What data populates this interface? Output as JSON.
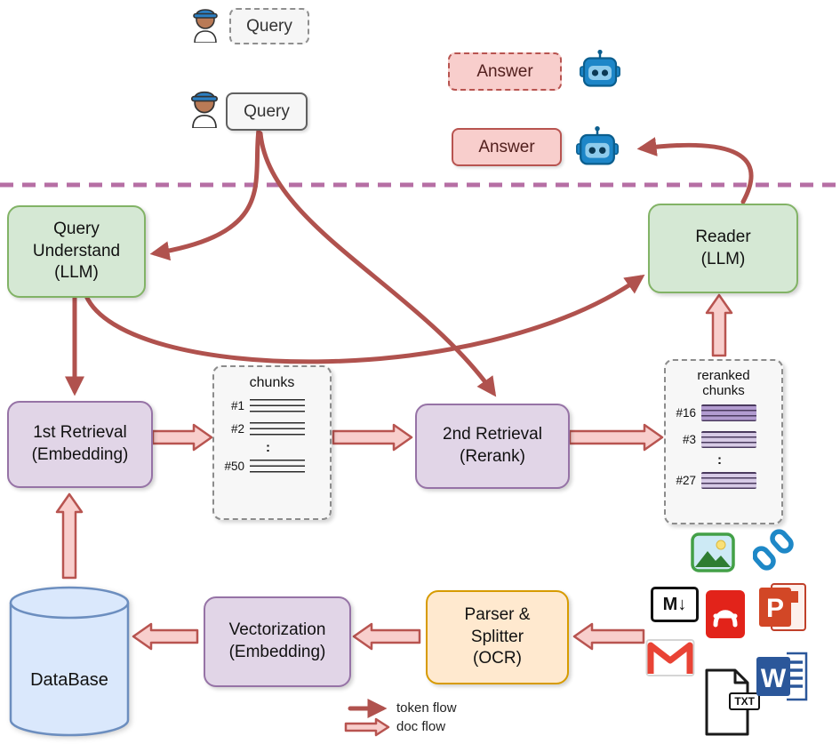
{
  "messages": {
    "query_dashed": "Query",
    "query_solid": "Query",
    "answer_dashed": "Answer",
    "answer_solid": "Answer"
  },
  "nodes": {
    "query_understand": "Query\nUnderstand\n(LLM)",
    "reader": "Reader\n(LLM)",
    "first_retrieval": "1st Retrieval\n(Embedding)",
    "second_retrieval": "2nd Retrieval\n(Rerank)",
    "vectorization": "Vectorization\n(Embedding)",
    "parser_splitter": "Parser &\nSplitter\n(OCR)",
    "database": "DataBase"
  },
  "chunks_box": {
    "title": "chunks",
    "rows": [
      "#1",
      "#2",
      "#50"
    ],
    "ellipsis": ":"
  },
  "reranked_box": {
    "title": "reranked\nchunks",
    "rows": [
      "#16",
      "#3",
      "#27"
    ],
    "ellipsis": ":"
  },
  "legend": {
    "token_flow": "token flow",
    "doc_flow": "doc flow"
  },
  "icons": {
    "user": "user-with-cap-icon",
    "robot": "robot-icon",
    "image": "image-icon",
    "link": "link-icon",
    "markdown_label": "M↓",
    "pdf": "pdf-icon",
    "powerpoint_letter": "P",
    "gmail": "gmail-icon",
    "txt_label": "TXT",
    "word_letter": "W"
  },
  "colors": {
    "token_arrow": "#b0524e",
    "doc_arrow_fill": "#f8cecc",
    "doc_arrow_border": "#b85450",
    "green_fill": "#d5e8d4",
    "green_border": "#82b366",
    "purple_fill": "#e1d5e7",
    "purple_border": "#9673a6",
    "orange_fill": "#ffe9cf",
    "orange_border": "#d79b00",
    "db_fill": "#dae8fc",
    "db_border": "#6c8ebf",
    "answer_fill": "#f8cecc",
    "answer_border": "#b85450",
    "separator": "#b66fa4",
    "highlight_dark": "#b29cd0",
    "highlight_light": "#d7cbe6"
  }
}
